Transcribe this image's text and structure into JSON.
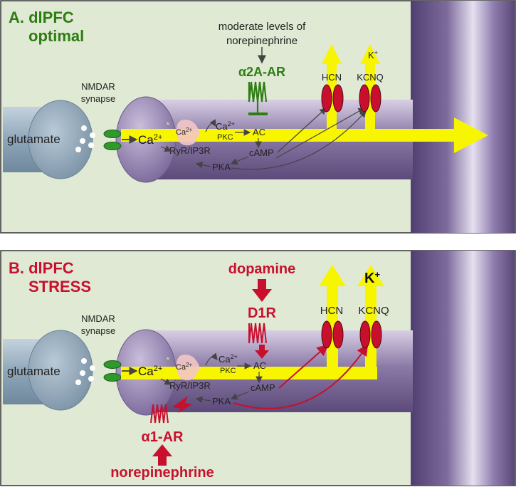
{
  "panel_a": {
    "title_line1": "A. dlPFC",
    "title_line2": "optimal",
    "modulator_line1": "moderate levels of",
    "modulator_line2": "norepinephrine",
    "receptor": "α2A-AR",
    "nmdar_line1": "NMDAR",
    "nmdar_line2": "synapse",
    "glutamate": "glutamate",
    "ca": "Ca",
    "ca_sup": "2+",
    "ca_small": "Ca",
    "ca_small_sup": "2+",
    "ca_pkc": "Ca",
    "ca_pkc_sup": "2+",
    "pkc": "PKC",
    "ac": "AC",
    "camp": "cAMP",
    "pka": "PKA",
    "ryr": "RyR/IP3R",
    "hcn": "HCN",
    "kcnq": "KCNQ",
    "kplus": "K",
    "kplus_sup": "+"
  },
  "panel_b": {
    "title_line1": "B. dlPFC",
    "title_line2": "STRESS",
    "dopamine": "dopamine",
    "d1r": "D1R",
    "a1ar": "α1-AR",
    "norepinephrine": "norepinephrine",
    "nmdar_line1": "NMDAR",
    "nmdar_line2": "synapse",
    "glutamate": "glutamate",
    "ca": "Ca",
    "ca_sup": "2+",
    "ca_small": "Ca",
    "ca_small_sup": "2+",
    "ca_pkc": "Ca",
    "ca_pkc_sup": "2+",
    "pkc": "PKC",
    "ac": "AC",
    "camp": "cAMP",
    "pka": "PKA",
    "ryr": "RyR/IP3R",
    "hcn": "HCN",
    "kcnq": "KCNQ",
    "kplus": "K",
    "kplus_sup": "+"
  },
  "colors": {
    "panel_bg": "#dfe9d3",
    "dendrite": "#8c7ba3",
    "spine": "#9d8db8",
    "presynaptic": "#8fa6b7",
    "channel_red": "#c8102e",
    "nmdar_green": "#2f9a2a",
    "yellow_signal": "#f7f500",
    "green_receptor": "#2e7d12",
    "red_receptor": "#c8102e"
  }
}
